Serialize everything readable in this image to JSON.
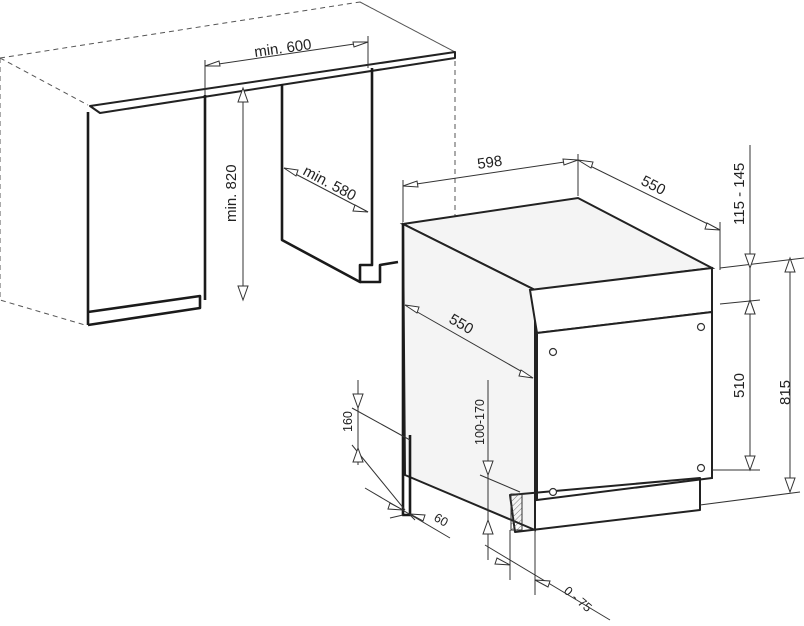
{
  "dimensions": {
    "niche_width": "min. 600",
    "niche_height": "min. 820",
    "niche_depth": "min. 580",
    "appliance_width": "598",
    "appliance_depth_top": "550",
    "appliance_depth_side": "550",
    "panel_height_range": "115 - 145",
    "door_panel_height": "510",
    "total_height": "815",
    "plinth_height": "160",
    "plinth_depth": "60",
    "plinth_height_range": "100-170",
    "feet_adjust": "0 - 75"
  }
}
